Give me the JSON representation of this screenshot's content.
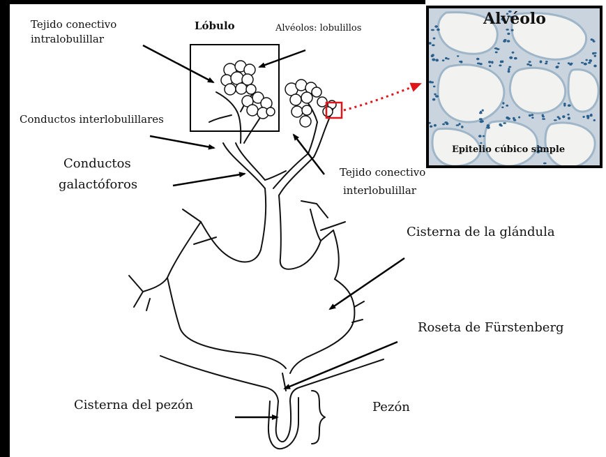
{
  "labels": {
    "tejido_intralobulillar": [
      "Tejido conectivo",
      "intralobulillar"
    ],
    "lobulo": "Lóbulo",
    "alveolos": "Alvéolos: lobulillos",
    "conductos_interlobulillares": "Conductos interlobulillares",
    "conductos_galactoforos": [
      "Conductos",
      "galactóforos"
    ],
    "tejido_interlobulillar": [
      "Tejido conectivo",
      "interlobulillar"
    ],
    "cisterna_glandula": "Cisterna de la glándula",
    "roseta": "Roseta de Fürstenberg",
    "cisterna_pezon": "Cisterna del pezón",
    "pezon": "Pezón"
  },
  "inset": {
    "title": "Alvéolo",
    "caption": "Epitelio cúbico simple"
  },
  "colors": {
    "frame": "#000000",
    "pointer_red": "#e0141b",
    "tissue_bg": "#c9d4de",
    "nuclei": "#2a5f8c"
  }
}
